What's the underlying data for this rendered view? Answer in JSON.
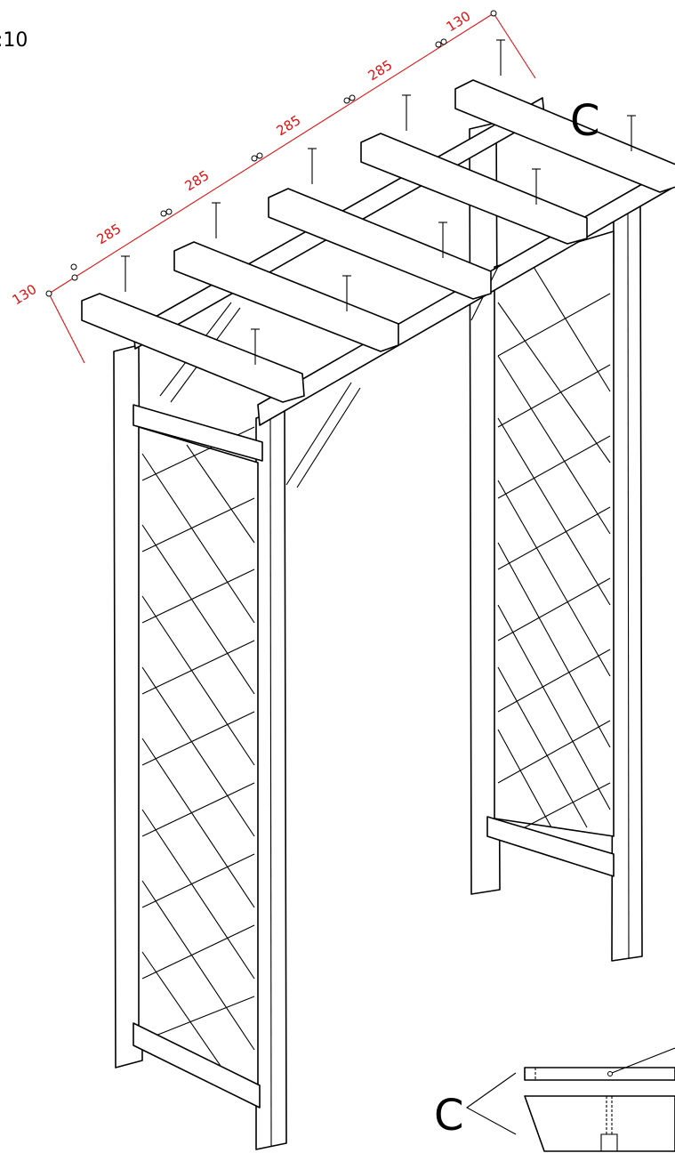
{
  "step_label": ":10",
  "dimensions": [
    "130",
    "285",
    "285",
    "285",
    "285",
    "130"
  ],
  "part_label_main": "C",
  "part_label_detail": "C",
  "colors": {
    "dimension": "#e01010",
    "line": "#000000",
    "background": "#ffffff"
  }
}
